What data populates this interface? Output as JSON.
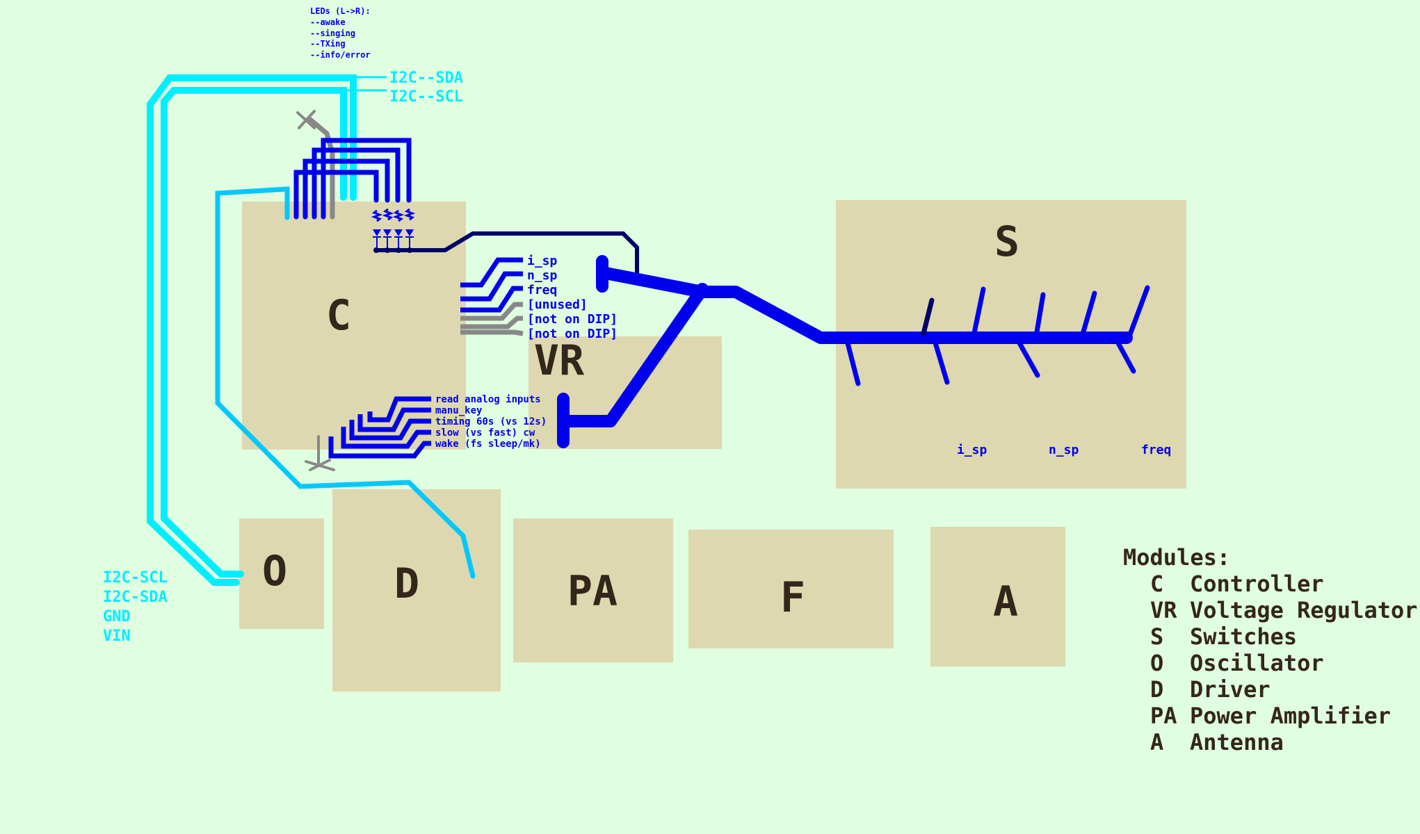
{
  "colors": {
    "background": "#e0fee0",
    "module": "#ddd8b0",
    "module_text": "#33261a",
    "signal": "#0000ee",
    "ground": "#000066",
    "i2c": "#00eeff",
    "wire_alt": "#00c8ff",
    "unused": "#888888"
  },
  "modules": [
    {
      "id": "C",
      "label": "C"
    },
    {
      "id": "VR",
      "label": "VR"
    },
    {
      "id": "S",
      "label": "S"
    },
    {
      "id": "O",
      "label": "O"
    },
    {
      "id": "D",
      "label": "D"
    },
    {
      "id": "PA",
      "label": "PA"
    },
    {
      "id": "F",
      "label": "F"
    },
    {
      "id": "A",
      "label": "A"
    }
  ],
  "leds_note": [
    "LEDs (L->R):",
    "--awake",
    "--singing",
    "--TXing",
    "--info/error"
  ],
  "i2c_top": {
    "sda": "I2C--SDA",
    "scl": "I2C--SCL"
  },
  "dip_pins": [
    "i_sp",
    "n_sp",
    "freq",
    "[unused]",
    "[not on DIP]",
    "[not on DIP]"
  ],
  "input_pins": [
    "read analog inputs",
    "manu_key",
    "timing 60s (vs 12s)",
    "slow (vs fast) cw",
    "wake (fs sleep/mk)"
  ],
  "switch_labels": [
    "i_sp",
    "n_sp",
    "freq"
  ],
  "o_pins": [
    "I2C-SCL",
    "I2C-SDA",
    "GND",
    "VIN"
  ],
  "legend": {
    "title": "Modules:",
    "items": [
      {
        "code": "C ",
        "name": "Controller"
      },
      {
        "code": "VR",
        "name": "Voltage Regulator"
      },
      {
        "code": "S ",
        "name": "Switches"
      },
      {
        "code": "O ",
        "name": "Oscillator"
      },
      {
        "code": "D ",
        "name": "Driver"
      },
      {
        "code": "PA",
        "name": "Power Amplifier"
      },
      {
        "code": "A ",
        "name": "Antenna"
      }
    ]
  }
}
